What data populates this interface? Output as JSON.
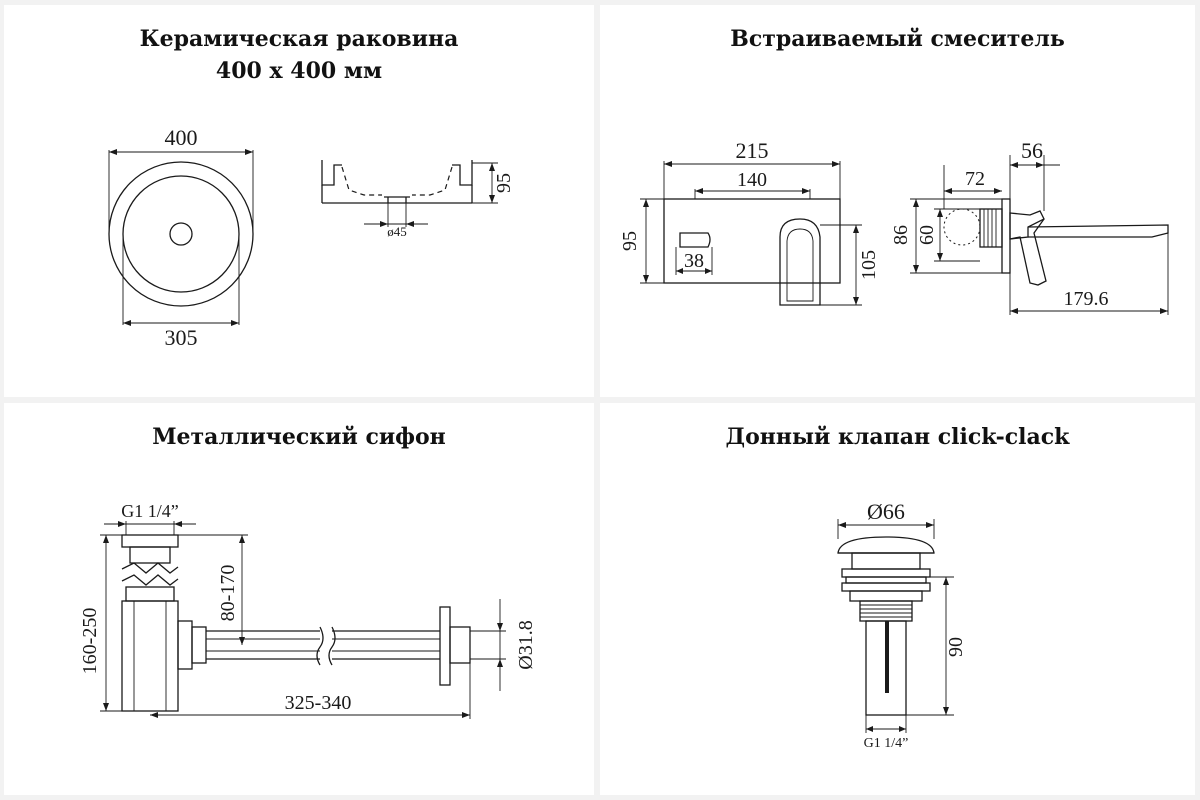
{
  "panels": {
    "sink": {
      "title_line1": "Керамическая раковина",
      "title_line2": "400 х 400 мм",
      "dims": {
        "outer_diameter": "400",
        "inner_diameter": "305",
        "height": "95",
        "drain": "ø45"
      }
    },
    "mixer": {
      "title": "Встраиваемый смеситель",
      "dims": {
        "width_total": "215",
        "width_inner": "140",
        "height_left": "95",
        "button": "38",
        "height_right": "105",
        "depth_56": "56",
        "depth_72": "72",
        "height_86": "86",
        "height_60": "60",
        "spout": "179.6"
      }
    },
    "siphon": {
      "title": "Металлический сифон",
      "dims": {
        "thread": "G1 1/4”",
        "height_total": "160-250",
        "height_outlet": "80-170",
        "length": "325-340",
        "pipe_diameter": "Ø31.8"
      }
    },
    "valve": {
      "title": "Донный клапан click-clack",
      "dims": {
        "cap_diameter": "Ø66",
        "height": "90",
        "thread": "G1 1/4”"
      }
    }
  }
}
